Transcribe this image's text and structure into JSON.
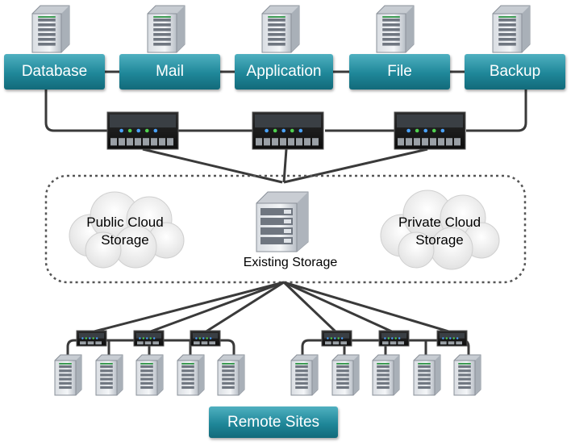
{
  "server_buttons": [
    "Database",
    "Mail",
    "Application",
    "File",
    "Backup"
  ],
  "public_cloud": {
    "line1": "Public Cloud",
    "line2": "Storage"
  },
  "private_cloud": {
    "line1": "Private Cloud",
    "line2": "Storage"
  },
  "existing_storage_label": "Existing Storage",
  "remote_sites_label": "Remote Sites",
  "colors": {
    "button_teal": "#1f8799",
    "line_dark": "#3a3a3a",
    "cloud": "#f2f2f2"
  }
}
